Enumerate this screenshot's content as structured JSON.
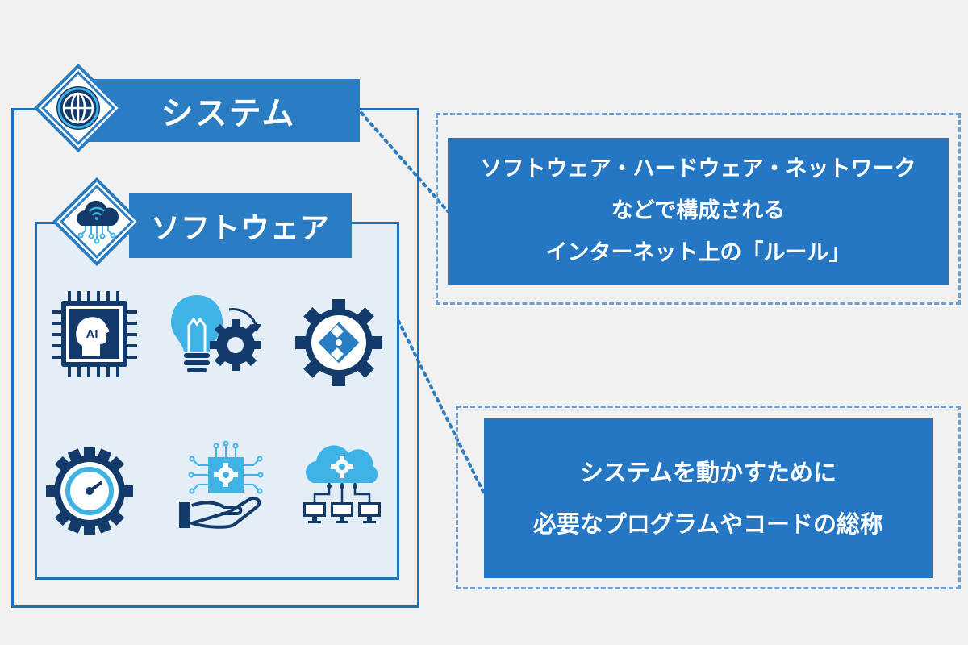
{
  "system": {
    "label": "システム",
    "icon": "globe-icon"
  },
  "software": {
    "label": "ソフトウェア",
    "icon": "cloud-circuit-icon"
  },
  "system_description": {
    "lines": [
      "ソフトウェア・ハードウェア・ネットワーク",
      "などで構成される",
      "インターネット上の「ルール」"
    ]
  },
  "software_description": {
    "lines": [
      "システムを動かすために",
      "必要なプログラムやコードの総称"
    ]
  },
  "software_icons": [
    "ai-chip-icon",
    "lightbulb-gear-icon",
    "puzzle-gear-icon",
    "speedometer-gear-icon",
    "hand-chip-icon",
    "cloud-network-icon"
  ],
  "chip_icon_text": "AI",
  "colors": {
    "primary_blue": "#2b7dc3",
    "dark_navy": "#123a6b",
    "frame_blue": "#1f6fbd",
    "light_blue": "#3fb3e6",
    "dashed_border": "#6f9fcf",
    "background": "#f1f1f1"
  }
}
